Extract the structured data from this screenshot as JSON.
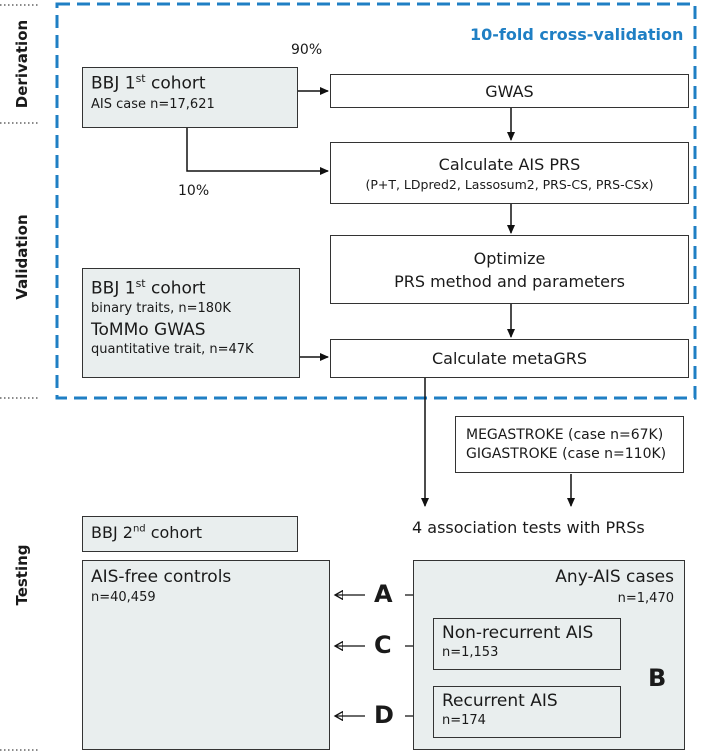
{
  "stages": {
    "derivation": "Derivation",
    "validation": "Validation",
    "testing": "Testing"
  },
  "cv_title": "10-fold cross-validation",
  "pct_90": "90%",
  "pct_10": "10%",
  "bbj1a": {
    "title_pre": "BBJ 1",
    "title_sup": "st",
    "title_post": " cohort",
    "sub": "AIS case n=17,621"
  },
  "gwas": "GWAS",
  "calc_prs": {
    "title": "Calculate AIS PRS",
    "methods": "(P+T, LDpred2, Lassosum2, PRS-CS, PRS-CSx)"
  },
  "optimize": {
    "line1": "Optimize",
    "line2": "PRS method and parameters"
  },
  "bbj1b": {
    "title_pre": "BBJ 1",
    "title_sup": "st",
    "title_post": " cohort",
    "sub": "binary traits, n=180K",
    "tommo": "ToMMo GWAS",
    "tommo_sub": "quantitative trait, n=47K"
  },
  "metagrs": "Calculate metaGRS",
  "megastroke": {
    "line1": "MEGASTROKE (case n=67K)",
    "line2": "GIGASTROKE (case n=110K)"
  },
  "assoc": "4 association tests with PRSs",
  "bbj2": {
    "pre": "BBJ 2",
    "sup": "nd",
    "post": " cohort"
  },
  "controls": {
    "title": "AIS-free controls",
    "n": "n=40,459"
  },
  "cases": {
    "title": "Any-AIS cases",
    "n": "n=1,470"
  },
  "nonrec": {
    "title": "Non-recurrent AIS",
    "n": "n=1,153"
  },
  "rec": {
    "title": "Recurrent AIS",
    "n": "n=174"
  },
  "letters": {
    "a": "A",
    "b": "B",
    "c": "C",
    "d": "D"
  },
  "colors": {
    "dash": "#1f7fc4",
    "grey_box": "#e9eeee",
    "cv_title": "#1f7fc4"
  }
}
